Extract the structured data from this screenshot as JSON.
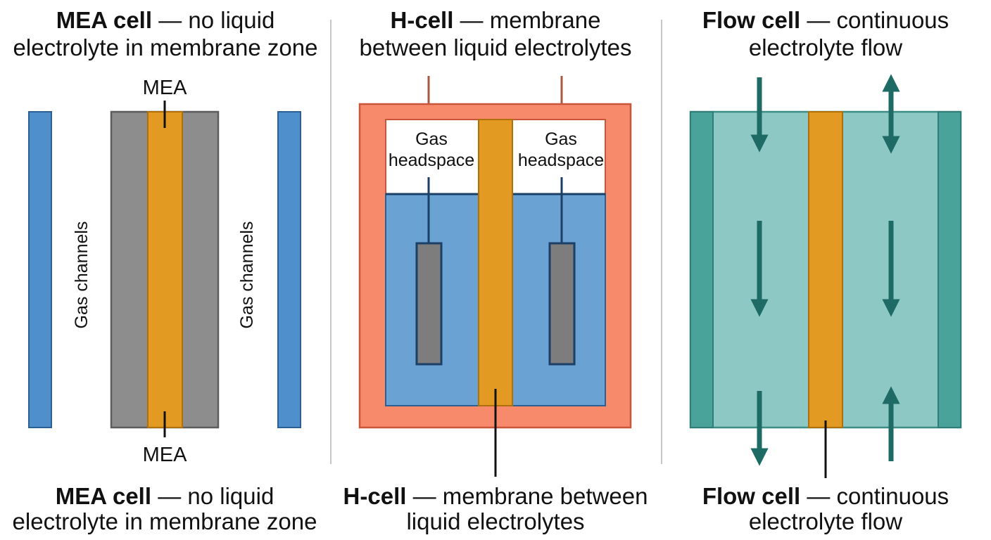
{
  "panels": {
    "mea": {
      "title_bold": "MEA cell",
      "title_rest_1": " — no liquid",
      "title_line_2": "electrolyte in membrane zone",
      "label_top": "MEA",
      "label_bottom": "MEA",
      "gas_channels_left": "Gas channels",
      "gas_channels_right": "Gas channels",
      "caption_bold": "MEA cell",
      "caption_rest_1": " — no liquid",
      "caption_line_2": "electrolyte in membrane zone"
    },
    "hcell": {
      "title_bold": "H-cell",
      "title_rest_1": " — membrane",
      "title_line_2": "between liquid electrolytes",
      "headspace_left_1": "Gas",
      "headspace_left_2": "headspace",
      "headspace_right_1": "Gas",
      "headspace_right_2": "headspace",
      "caption_bold": "H-cell",
      "caption_rest_1": " — membrane between",
      "caption_line_2": "liquid electrolytes"
    },
    "flow": {
      "title_bold": "Flow cell",
      "title_rest_1": " — continuous",
      "title_line_2": "electrolyte flow",
      "caption_bold": "Flow cell",
      "caption_rest_1": " — continuous",
      "caption_line_2": "electrolyte flow"
    }
  },
  "colors": {
    "gas_channel_blue": "#4f8fcb",
    "gdl_gray": "#8d8d8d",
    "membrane_orange": "#e39a22",
    "hcell_frame": "#f88a6c",
    "electrolyte_blue": "#6aa2d4",
    "electrode_gray": "#7d7d7d",
    "flow_teal_light": "#8ec8c4",
    "flow_teal_dark": "#4aa39b",
    "arrow_teal": "#1e6b65",
    "divider": "#c8c8c8"
  }
}
